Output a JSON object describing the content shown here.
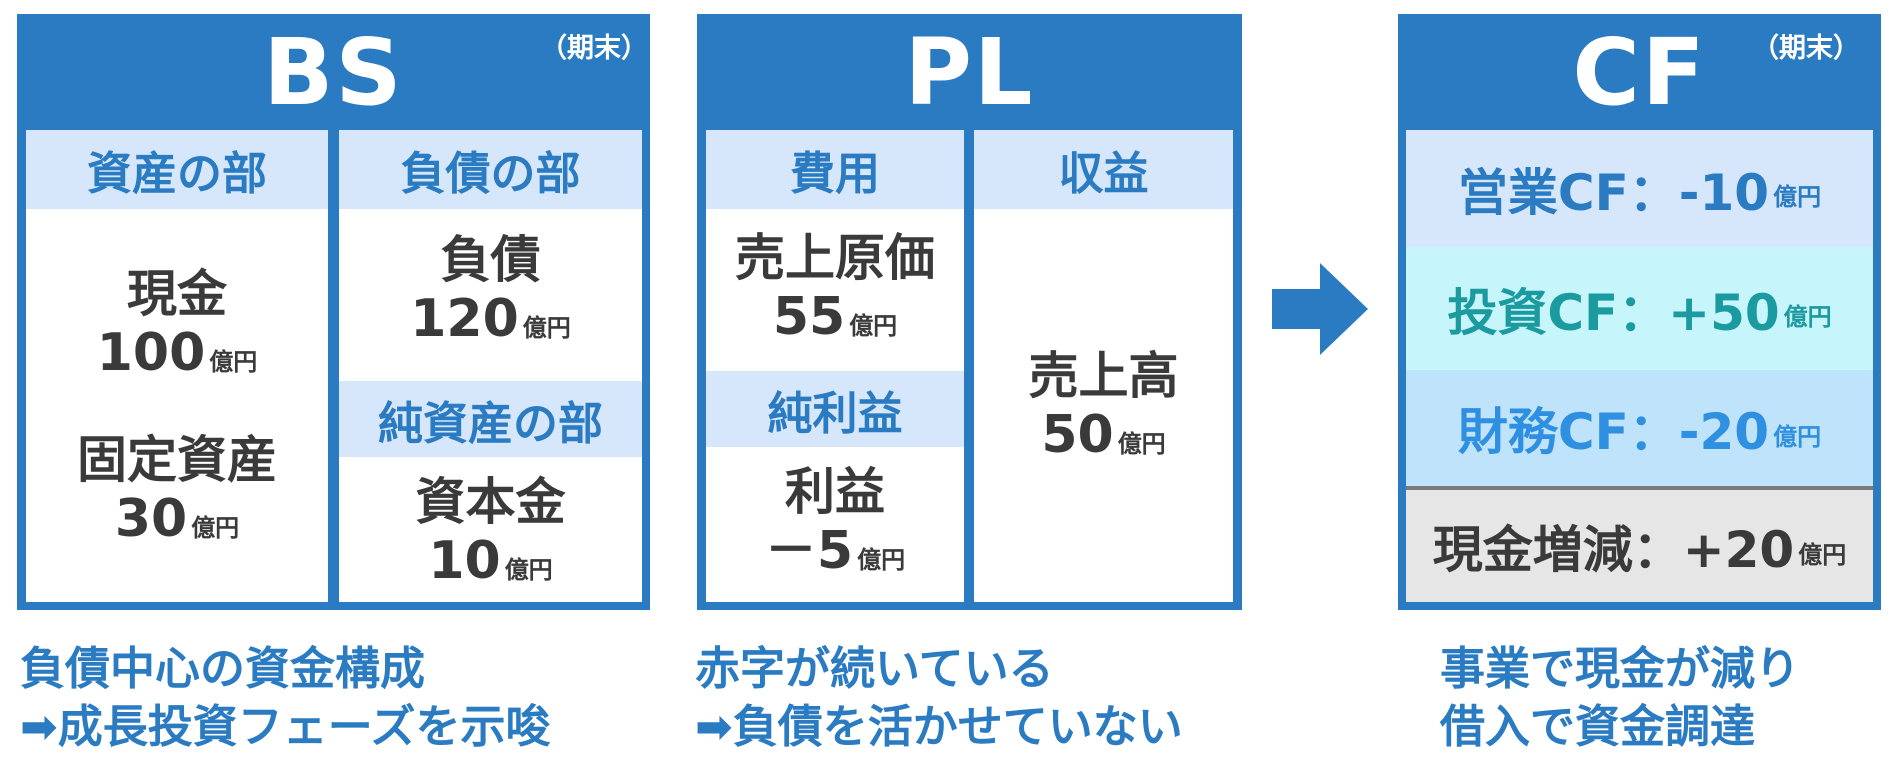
{
  "bs": {
    "title": "BS",
    "tag": "（期末）",
    "assets_header": "資産の部",
    "liabilities_header": "負債の部",
    "net_assets_header": "純資産の部",
    "assets": [
      {
        "name": "現金",
        "value": "100",
        "unit": "億円"
      },
      {
        "name": "固定資産",
        "value": "30",
        "unit": "億円"
      }
    ],
    "liabilities": {
      "name": "負債",
      "value": "120",
      "unit": "億円"
    },
    "capital": {
      "name": "資本金",
      "value": "10",
      "unit": "億円"
    },
    "caption": [
      "負債中心の資金構成",
      "➡成長投資フェーズを示唆"
    ]
  },
  "pl": {
    "title": "PL",
    "expense_header": "費用",
    "revenue_header": "収益",
    "net_income_header": "純利益",
    "cogs": {
      "name": "売上原価",
      "value": "55",
      "unit": "億円"
    },
    "profit": {
      "name": "利益",
      "value": "－5",
      "unit": "億円"
    },
    "sales": {
      "name": "売上高",
      "value": "50",
      "unit": "億円"
    },
    "caption": [
      "赤字が続いている",
      "➡負債を活かせていない"
    ]
  },
  "cf": {
    "title": "CF",
    "tag": "（期末）",
    "rows": [
      {
        "label": "営業CF：-10",
        "unit": "億円",
        "color": "#2a7bc1",
        "bg": "#d6e6fb"
      },
      {
        "label": "投資CF：+50",
        "unit": "億円",
        "color": "#1b9aa0",
        "bg": "#c6f5fb"
      },
      {
        "label": "財務CF：-20",
        "unit": "億円",
        "color": "#2f8fe0",
        "bg": "#bfe3fa"
      },
      {
        "label": "現金増減：+20",
        "unit": "億円",
        "color": "#3a3a3a",
        "bg": "#e6e6e6"
      }
    ],
    "caption": [
      "事業で現金が減り",
      "借入で資金調達"
    ]
  },
  "arrow": {
    "icon": "right-arrow-icon",
    "color": "#2a7bc1"
  }
}
